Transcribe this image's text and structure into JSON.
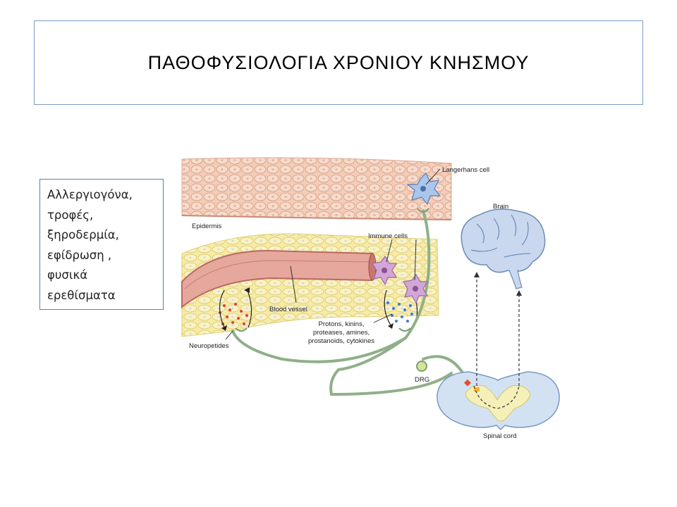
{
  "slide": {
    "title": "ΠΑΘΟΦΥΣΙΟΛΟΓΙΑ ΧΡΟΝΙΟΥ ΚΝΗΣΜΟΥ",
    "triggers": [
      "Αλλεργιογόνα,",
      "τροφές,",
      "ξηροδερμία,",
      "εφίδρωση ,",
      "φυσικά",
      "ερεθίσματα"
    ]
  },
  "figure": {
    "labels": {
      "langerhans": "Langerhans cell",
      "epidermis": "Epidermis",
      "immune_cells": "Immune cells",
      "brain": "Brain",
      "blood_vessel": "Blood vessel",
      "mediators_1": "Protons, kinins,",
      "mediators_2": "proteases, amines,",
      "mediators_3": "prostanoids, cytokines",
      "neuropeptides": "Neuropetides",
      "drg": "DRG",
      "spinal_cord": "Spinal cord"
    },
    "colors": {
      "epidermis": "#f2c9b4",
      "dermis": "#f5e9a3",
      "vessel": "#d98a80",
      "nerve": "#9ab88e",
      "brain": "#c9d8ee",
      "immune_cell": "#d2a6d6",
      "langerhans_cell": "#a9c6ec"
    }
  }
}
